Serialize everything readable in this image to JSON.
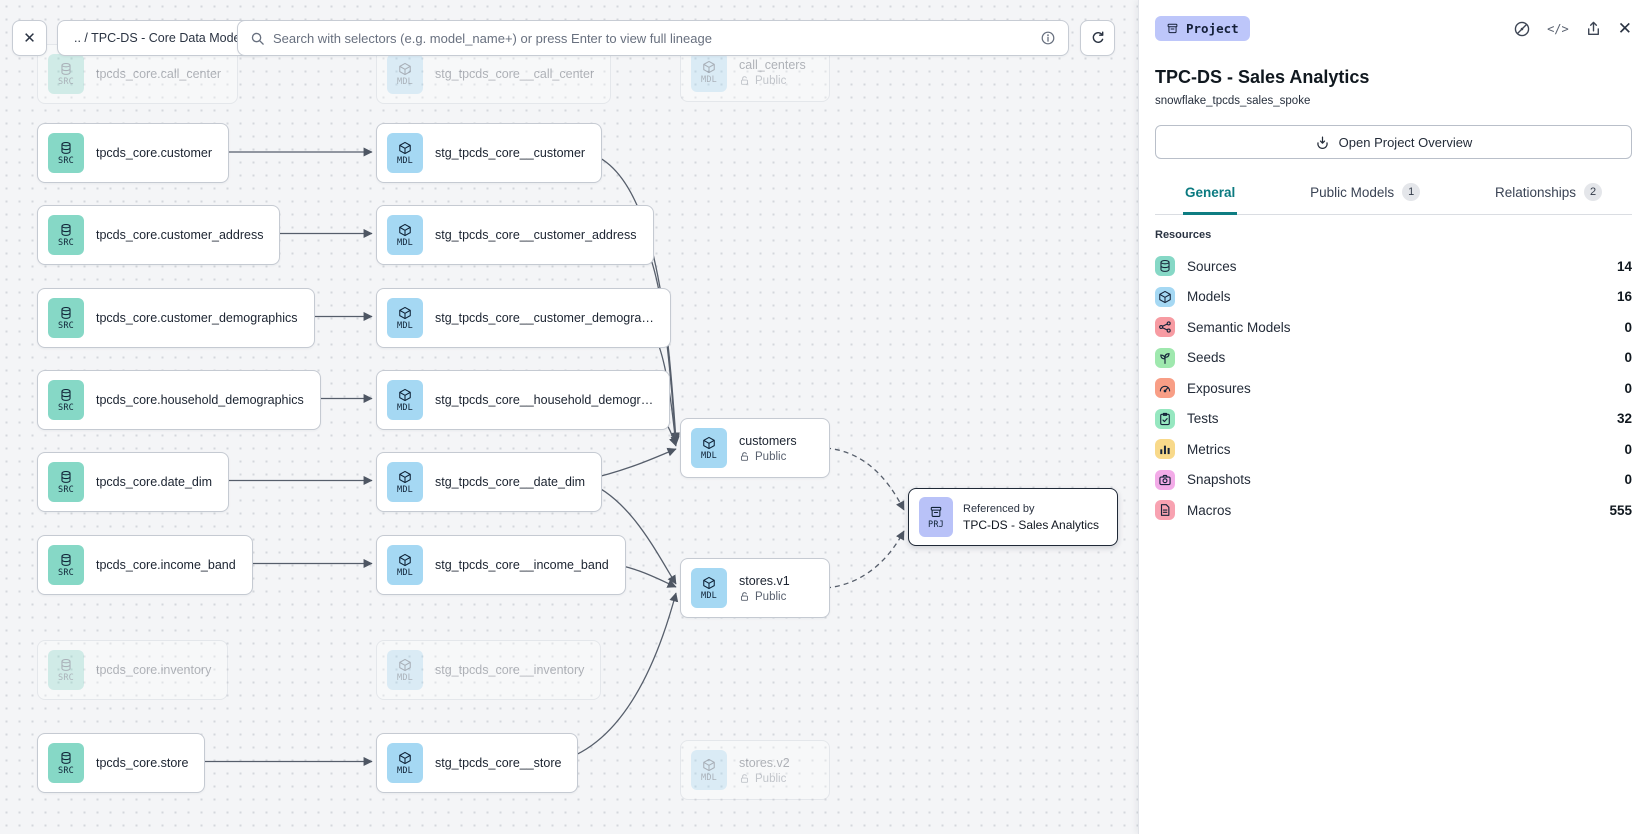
{
  "toolbar": {
    "close_label": "✕",
    "breadcrumb": ".. / TPC-DS - Core Data Models",
    "search_placeholder": "Search with selectors (e.g. model_name+) or press Enter to view full lineage",
    "icons": [
      "search-icon",
      "info-icon",
      "refresh-icon"
    ]
  },
  "graph": {
    "badge_src": "SRC",
    "badge_mdl": "MDL",
    "badge_prj": "PRJ",
    "access_public": "Public",
    "sources": [
      {
        "label": "tpcds_core.call_center"
      },
      {
        "label": "tpcds_core.customer"
      },
      {
        "label": "tpcds_core.customer_address"
      },
      {
        "label": "tpcds_core.customer_demographics"
      },
      {
        "label": "tpcds_core.household_demographics"
      },
      {
        "label": "tpcds_core.date_dim"
      },
      {
        "label": "tpcds_core.income_band"
      },
      {
        "label": "tpcds_core.inventory"
      },
      {
        "label": "tpcds_core.store"
      }
    ],
    "staging": [
      {
        "label": "stg_tpcds_core__call_center"
      },
      {
        "label": "stg_tpcds_core__customer"
      },
      {
        "label": "stg_tpcds_core__customer_address"
      },
      {
        "label": "stg_tpcds_core__customer_demogra…"
      },
      {
        "label": "stg_tpcds_core__household_demogr…"
      },
      {
        "label": "stg_tpcds_core__date_dim"
      },
      {
        "label": "stg_tpcds_core__income_band"
      },
      {
        "label": "stg_tpcds_core__inventory"
      },
      {
        "label": "stg_tpcds_core__store"
      }
    ],
    "public_models": [
      {
        "label": "call_centers",
        "access": "Public"
      },
      {
        "label": "customers",
        "access": "Public"
      },
      {
        "label": "stores.v1",
        "access": "Public"
      },
      {
        "label": "stores.v2",
        "access": "Public"
      }
    ],
    "project_node": {
      "kicker": "Referenced by",
      "label": "TPC-DS - Sales Analytics"
    }
  },
  "panel": {
    "chip_label": "Project",
    "icons": [
      "compass-icon",
      "code-icon",
      "share-icon",
      "close-icon"
    ],
    "close_label": "✕",
    "code_label": "</>",
    "title": "TPC-DS - Sales Analytics",
    "subtitle": "snowflake_tpcds_sales_spoke",
    "overview_button": "Open Project Overview",
    "tabs": [
      {
        "label": "General",
        "active": true
      },
      {
        "label": "Public Models",
        "badge": "1"
      },
      {
        "label": "Relationships",
        "badge": "2"
      }
    ],
    "resources_header": "Resources",
    "accent_color": "#0e7d82",
    "resources": [
      {
        "label": "Sources",
        "count": "14",
        "color": "#86d8c6",
        "icon": "database-icon"
      },
      {
        "label": "Models",
        "count": "16",
        "color": "#a5d8f3",
        "icon": "cube-icon"
      },
      {
        "label": "Semantic Models",
        "count": "0",
        "color": "#f79ba2",
        "icon": "graph-nodes-icon"
      },
      {
        "label": "Seeds",
        "count": "0",
        "color": "#9fe8ae",
        "icon": "sprout-icon"
      },
      {
        "label": "Exposures",
        "count": "0",
        "color": "#f89e86",
        "icon": "gauge-icon"
      },
      {
        "label": "Tests",
        "count": "32",
        "color": "#96e7c0",
        "icon": "clipboard-check-icon"
      },
      {
        "label": "Metrics",
        "count": "0",
        "color": "#f8d98a",
        "icon": "bar-chart-icon"
      },
      {
        "label": "Snapshots",
        "count": "0",
        "color": "#f3abe8",
        "icon": "camera-icon"
      },
      {
        "label": "Macros",
        "count": "555",
        "color": "#f8a2b1",
        "icon": "document-icon"
      }
    ]
  }
}
